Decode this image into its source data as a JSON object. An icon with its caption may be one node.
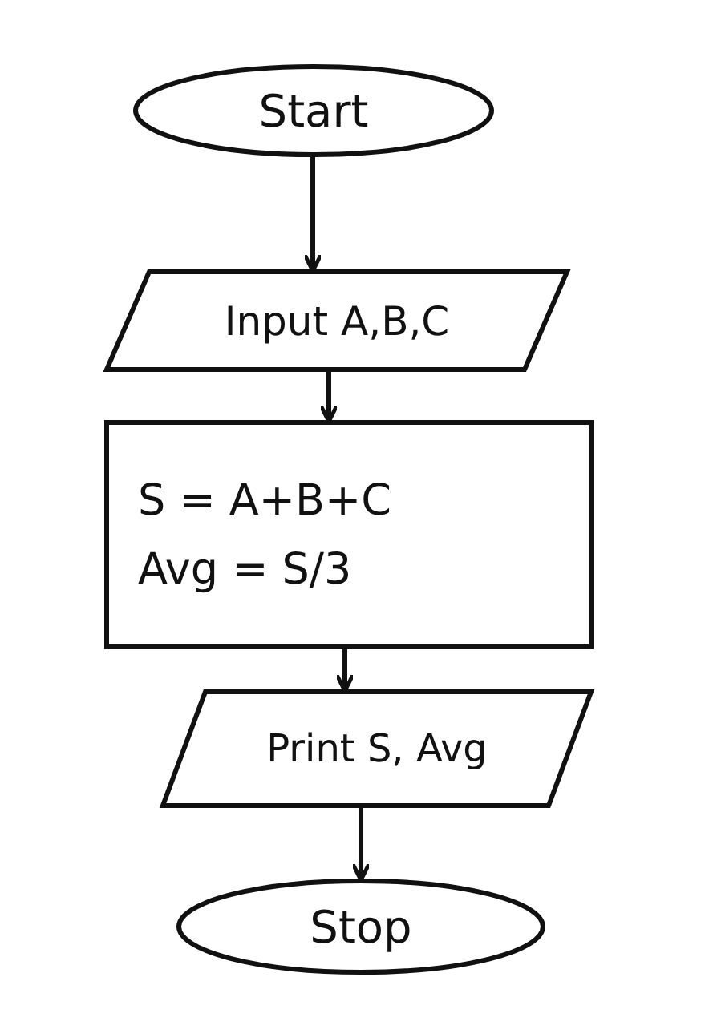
{
  "diagram": {
    "nodes": [
      {
        "text": [
          "Start"
        ]
      },
      {
        "text": [
          "Input A,B,C"
        ]
      },
      {
        "text": [
          "S = A+B+C",
          "Avg = S/3"
        ]
      },
      {
        "text": [
          "Print S, Avg"
        ]
      },
      {
        "text": [
          "Stop"
        ]
      }
    ],
    "edges": [
      {
        "from": 0,
        "to": 1,
        "arrow": "to"
      },
      {
        "from": 1,
        "to": 2,
        "arrow": "to"
      },
      {
        "from": 2,
        "to": 3,
        "arrow": "to"
      },
      {
        "from": 3,
        "to": 4,
        "arrow": "to"
      }
    ]
  }
}
